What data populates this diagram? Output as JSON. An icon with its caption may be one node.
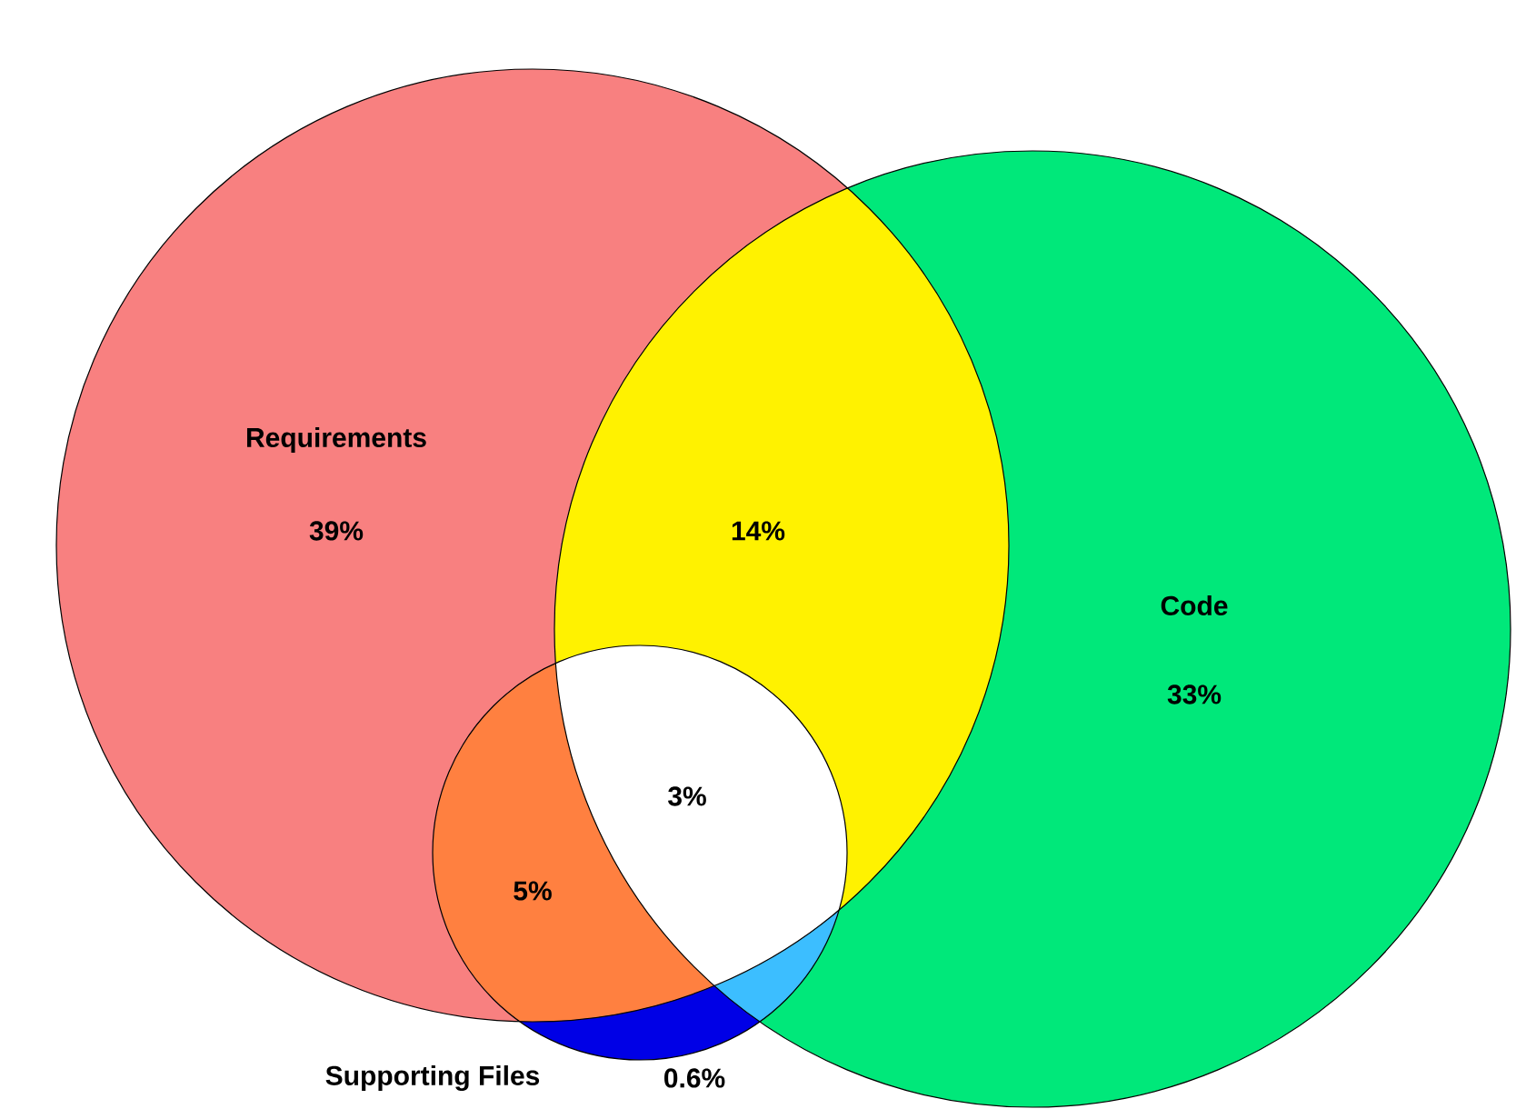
{
  "diagram": {
    "nodes": [
      {
        "text": [
          "Requirements",
          "39%"
        ]
      },
      {
        "text": [
          "Code",
          "33%"
        ]
      },
      {
        "text": [
          "Supporting Files",
          "0.6%"
        ]
      }
    ],
    "labels": [
      "14%",
      "3%",
      "5%"
    ]
  }
}
